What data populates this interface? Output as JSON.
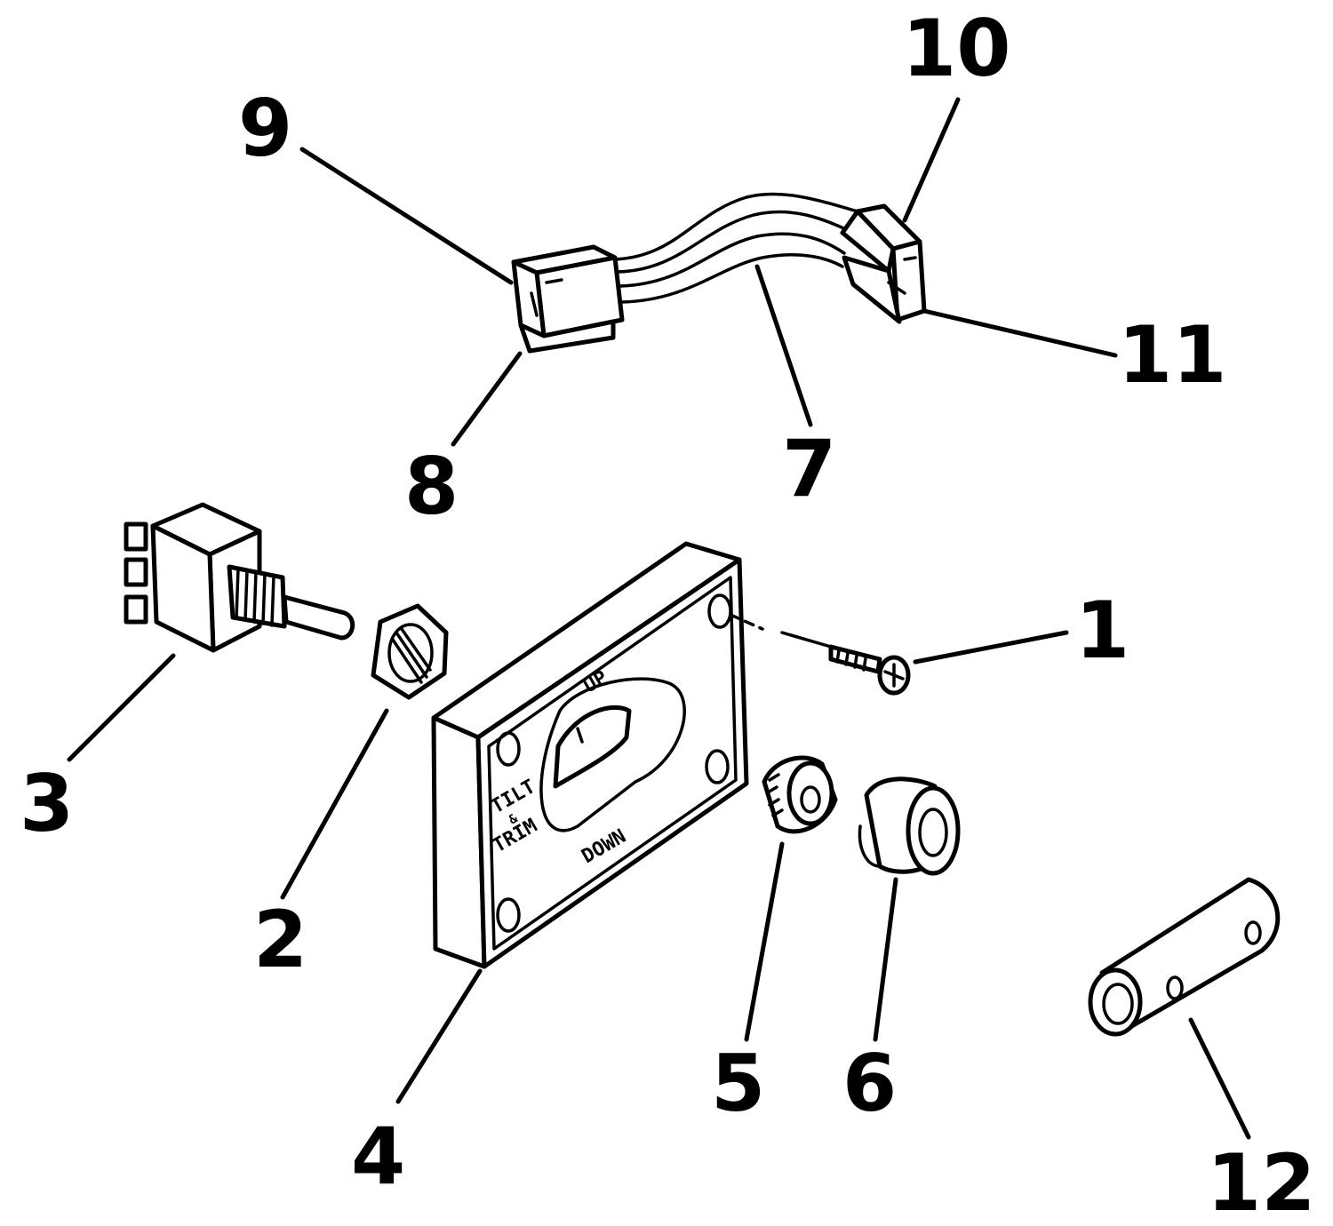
{
  "callouts": {
    "n1": "1",
    "n2": "2",
    "n3": "3",
    "n4": "4",
    "n5": "5",
    "n6": "6",
    "n7": "7",
    "n8": "8",
    "n9": "9",
    "n10": "10",
    "n11": "11",
    "n12": "12"
  },
  "panel": {
    "up": "UP",
    "down": "DOWN",
    "tilt": "TILT",
    "amp": "&",
    "trim": "TRIM"
  },
  "colors": {
    "ink": "#000000",
    "paper": "#ffffff"
  }
}
